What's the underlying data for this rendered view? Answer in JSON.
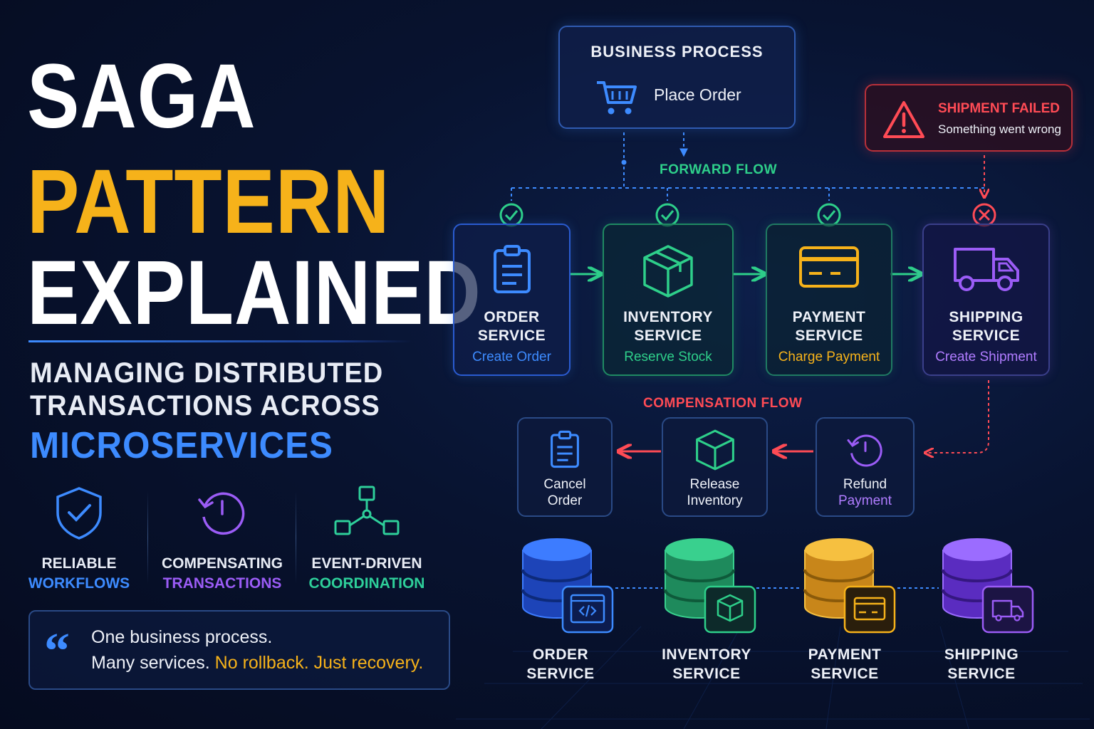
{
  "title": {
    "line1": "SAGA",
    "line2": "PATTERN",
    "line3": "EXPLAINED"
  },
  "subtitle": {
    "line1": "MANAGING DISTRIBUTED",
    "line2": "TRANSACTIONS ACROSS",
    "line3": "MICROSERVICES"
  },
  "features": [
    {
      "line1": "RELIABLE",
      "line2": "WORKFLOWS",
      "icon": "shield-check-icon",
      "color": "#3d8bff"
    },
    {
      "line1": "COMPENSATING",
      "line2": "TRANSACTIONS",
      "icon": "undo-clock-icon",
      "color": "#9b5cf6"
    },
    {
      "line1": "EVENT-DRIVEN",
      "line2": "COORDINATION",
      "icon": "network-nodes-icon",
      "color": "#2ecf9a"
    }
  ],
  "quote": {
    "mark": "“",
    "line1": "One business process.",
    "line2_plain": "Many services.",
    "line2_highlight": "No rollback. Just recovery."
  },
  "business_process": {
    "heading": "BUSINESS PROCESS",
    "action": "Place Order",
    "icon": "shopping-cart-icon"
  },
  "failure": {
    "heading": "SHIPMENT FAILED",
    "message": "Something went wrong",
    "icon": "warning-triangle-icon"
  },
  "forward_flow_label": "FORWARD FLOW",
  "compensation_flow_label": "COMPENSATION FLOW",
  "services": [
    {
      "name1": "ORDER",
      "name2": "SERVICE",
      "action": "Create Order",
      "status": "success",
      "icon": "clipboard-icon",
      "color": "#3d8bff"
    },
    {
      "name1": "INVENTORY",
      "name2": "SERVICE",
      "action": "Reserve Stock",
      "status": "success",
      "icon": "box-icon",
      "color": "#2ecf8a"
    },
    {
      "name1": "PAYMENT",
      "name2": "SERVICE",
      "action": "Charge Payment",
      "status": "success",
      "icon": "credit-card-icon",
      "color": "#f6b21a"
    },
    {
      "name1": "SHIPPING",
      "name2": "SERVICE",
      "action": "Create Shipment",
      "status": "failed",
      "icon": "truck-icon",
      "color": "#9b5cf6"
    }
  ],
  "compensations": [
    {
      "line1": "Cancel",
      "line2": "Order",
      "icon": "clipboard-icon",
      "color": "#3d8bff"
    },
    {
      "line1": "Release",
      "line2": "Inventory",
      "icon": "box-icon",
      "color": "#2ecf8a"
    },
    {
      "line1": "Refund",
      "line2": "Payment",
      "icon": "undo-clock-icon",
      "color": "#9b5cf6"
    }
  ],
  "databases": [
    {
      "name1": "ORDER",
      "name2": "SERVICE",
      "icon": "code-window-icon",
      "color": "#2f6bf0"
    },
    {
      "name1": "INVENTORY",
      "name2": "SERVICE",
      "icon": "box-icon",
      "color": "#2fbf7f"
    },
    {
      "name1": "PAYMENT",
      "name2": "SERVICE",
      "icon": "credit-card-icon",
      "color": "#f3b22a"
    },
    {
      "name1": "SHIPPING",
      "name2": "SERVICE",
      "icon": "truck-icon",
      "color": "#8b4cf0"
    }
  ],
  "colors": {
    "accent_blue": "#3d8bff",
    "accent_yellow": "#f6b21a",
    "success_green": "#2ecf8a",
    "error_red": "#ff4b55",
    "purple": "#9b5cf6"
  }
}
